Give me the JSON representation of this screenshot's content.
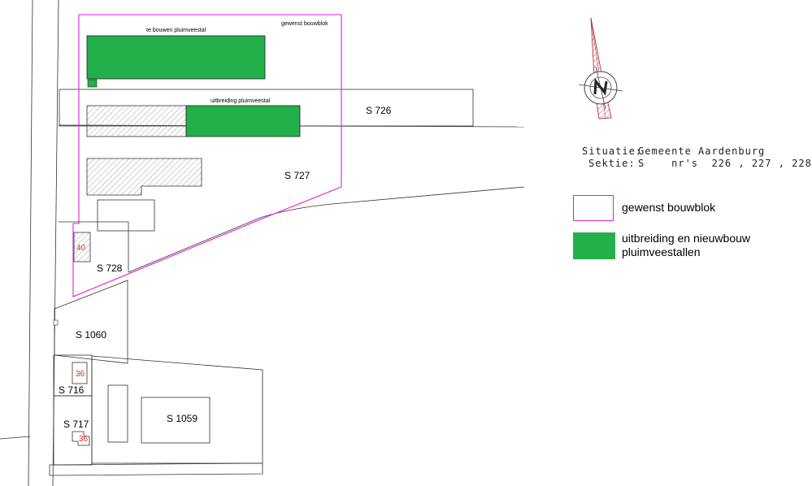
{
  "map": {
    "plan_labels": {
      "gewenst_bouwblok": "gewenst bouwblok",
      "te_bouwen": "te bouwen pluimveestal",
      "uitbreiding": "uitbreiding pluimveestal"
    },
    "parcels": {
      "s726": "S 726",
      "s727": "S 727",
      "s728": "S 728",
      "s1060": "S 1060",
      "s716": "S 716",
      "s717": "S 717",
      "s1059": "S 1059"
    },
    "house_numbers": {
      "n40": "40",
      "n36a": "36",
      "n36b": "36"
    }
  },
  "title_block": {
    "line1_label": "Situatie:",
    "line1_value": "Gemeente Aardenburg",
    "line2_label": "Sektie:",
    "line2_value": "S    nr's  226 , 227 , 228"
  },
  "legend": {
    "items": [
      {
        "label": "gewenst bouwblok"
      },
      {
        "label": "uitbreiding en nieuwbouw pluimveestallen"
      }
    ]
  },
  "colors": {
    "green": "#22b04b",
    "magenta": "#e01ee0",
    "hatch": "#7a7a7a",
    "red_number": "#d03030"
  },
  "icons": {
    "north_arrow": "north-arrow-icon"
  }
}
